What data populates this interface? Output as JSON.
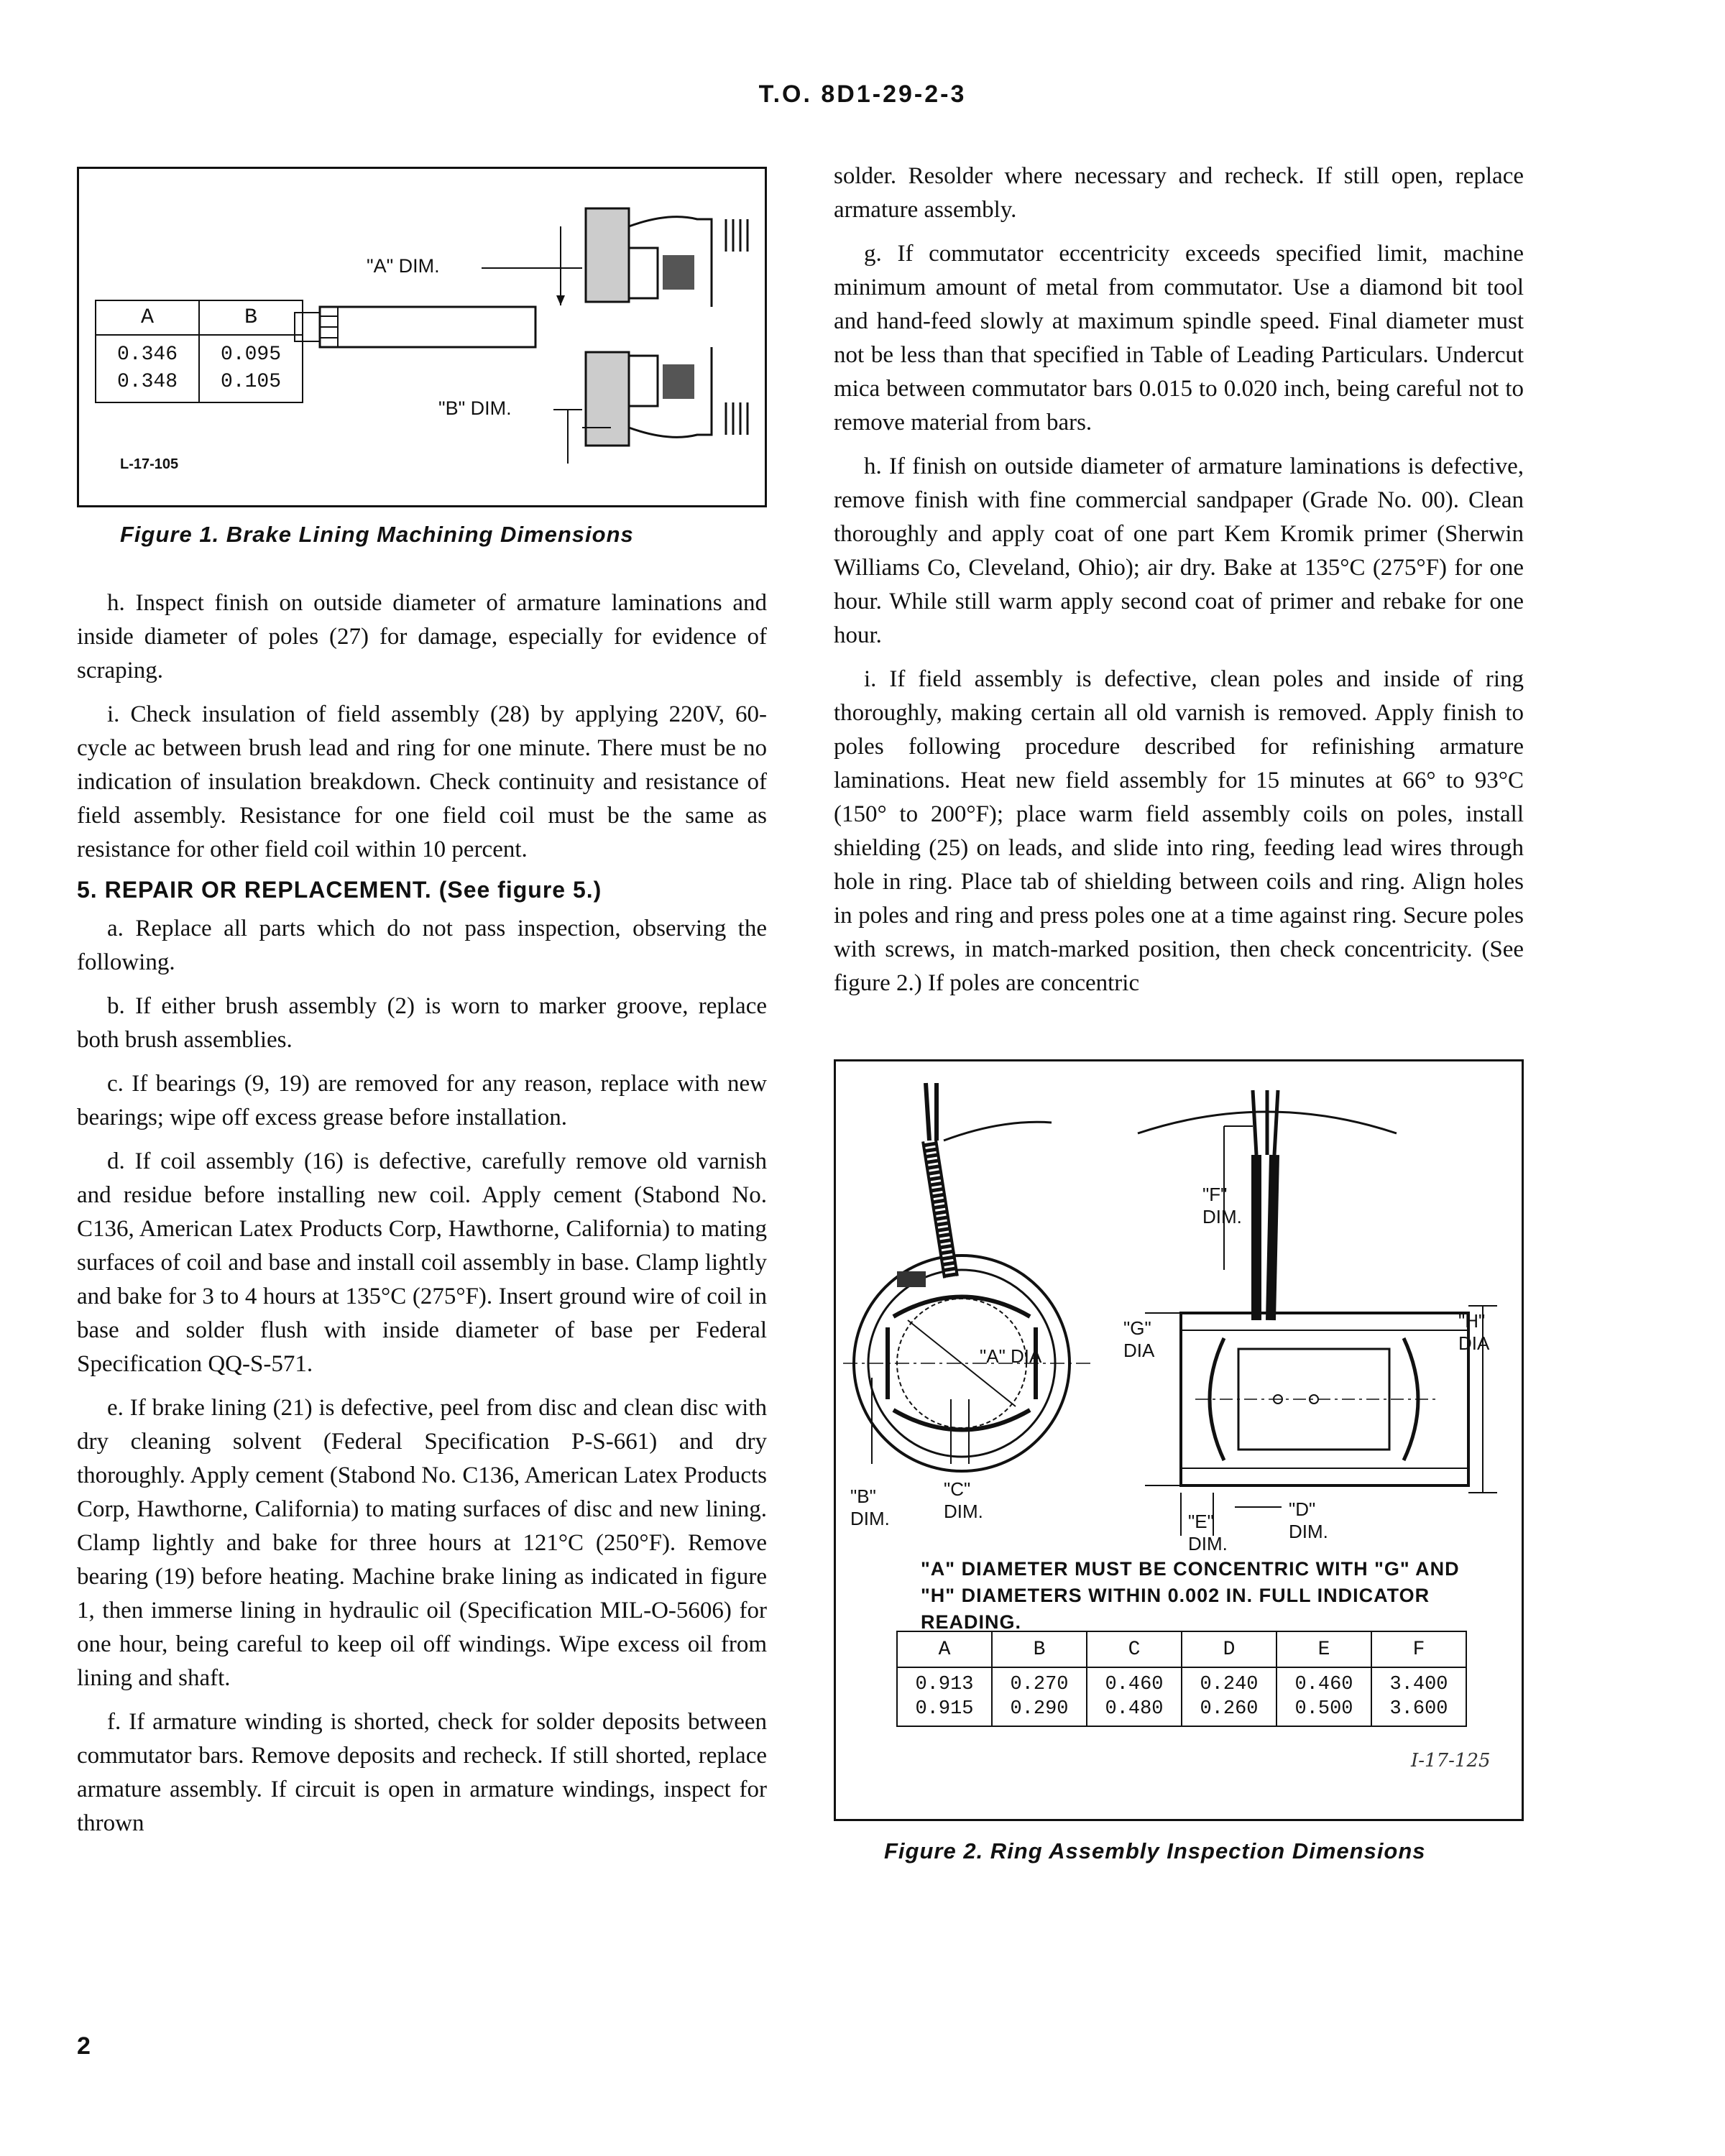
{
  "header": {
    "doc_number": "T.O. 8D1-29-2-3"
  },
  "figure1": {
    "caption": "Figure 1. Brake Lining Machining Dimensions",
    "dim_a_label": "\"A\" DIM.",
    "dim_b_label": "\"B\" DIM.",
    "ref": "L-17-105",
    "table": {
      "headers": [
        "A",
        "B"
      ],
      "rows": [
        [
          "0.346\n0.348",
          "0.095\n0.105"
        ]
      ]
    }
  },
  "left_column": {
    "para_h": "h. Inspect finish on outside diameter of armature laminations and inside diameter of poles (27) for damage, especially for evidence of scraping.",
    "para_i": "i. Check insulation of field assembly (28) by applying 220V, 60-cycle ac between brush lead and ring for one minute. There must be no indication of insulation breakdown. Check continuity and resistance of field assembly. Resistance for one field coil must be the same as resistance for other field coil within 10 percent.",
    "section_heading": "5. REPAIR OR REPLACEMENT. (See figure 5.)",
    "para_a": "a. Replace all parts which do not pass inspection, observing the following.",
    "para_b": "b. If either brush assembly (2) is worn to marker groove, replace both brush assemblies.",
    "para_c": "c. If bearings (9, 19) are removed for any reason, replace with new bearings; wipe off excess grease before installation.",
    "para_d": "d. If coil assembly (16) is defective, carefully remove old varnish and residue before installing new coil. Apply cement (Stabond No. C136, American Latex Products Corp, Hawthorne, California) to mating surfaces of coil and base and install coil assembly in base. Clamp lightly and bake for 3 to 4 hours at 135°C (275°F). Insert ground wire of coil in base and solder flush with inside diameter of base per Federal Specification QQ-S-571.",
    "para_e": "e. If brake lining (21) is defective, peel from disc and clean disc with dry cleaning solvent (Federal Specification P-S-661) and dry thoroughly. Apply cement (Stabond No. C136, American Latex Products Corp, Hawthorne, California) to mating surfaces of disc and new lining. Clamp lightly and bake for three hours at 121°C (250°F). Remove bearing (19) before heating. Machine brake lining as indicated in figure 1, then immerse lining in hydraulic oil (Specification MIL-O-5606) for one hour, being careful to keep oil off windings. Wipe excess oil from lining and shaft.",
    "para_f": "f. If armature winding is shorted, check for solder deposits between commutator bars. Remove deposits and recheck. If still shorted, replace armature assembly. If circuit is open in armature windings, inspect for thrown"
  },
  "right_column": {
    "para_f_cont": "solder. Resolder where necessary and recheck. If still open, replace armature assembly.",
    "para_g": "g. If commutator eccentricity exceeds specified limit, machine minimum amount of metal from commutator. Use a diamond bit tool and hand-feed slowly at maximum spindle speed. Final diameter must not be less than that specified in Table of Leading Particulars. Undercut mica between commutator bars 0.015 to 0.020 inch, being careful not to remove material from bars.",
    "para_h": "h. If finish on outside diameter of armature laminations is defective, remove finish with fine commercial sandpaper (Grade No. 00). Clean thoroughly and apply coat of one part Kem Kromik primer (Sherwin Williams Co, Cleveland, Ohio); air dry. Bake at 135°C (275°F) for one hour. While still warm apply second coat of primer and rebake for one hour.",
    "para_i": "i. If field assembly is defective, clean poles and inside of ring thoroughly, making certain all old varnish is removed. Apply finish to poles following procedure described for refinishing armature laminations. Heat new field assembly for 15 minutes at 66° to 93°C (150° to 200°F); place warm field assembly coils on poles, install shielding (25) on leads, and slide into ring, feeding lead wires through hole in ring. Place tab of shielding between coils and ring. Align holes in poles and ring and press poles one at a time against ring. Secure poles with screws, in match-marked position, then check concentricity. (See figure 2.) If poles are concentric"
  },
  "figure2": {
    "caption": "Figure 2. Ring Assembly Inspection Dimensions",
    "note": "\"A\" DIAMETER MUST BE CONCENTRIC WITH \"G\" AND \"H\" DIAMETERS WITHIN 0.002 IN. FULL INDICATOR READING.",
    "labels": {
      "a": "\"A\" DIA",
      "b": "\"B\" DIM.",
      "c": "\"C\" DIM.",
      "d": "\"D\" DIM.",
      "e": "\"E\" DIM.",
      "f": "\"F\" DIM.",
      "g": "\"G\" DIA",
      "h": "\"H\" DIA"
    },
    "ref": "I-17-125",
    "table": {
      "headers": [
        "A",
        "B",
        "C",
        "D",
        "E",
        "F"
      ],
      "rows": [
        [
          "0.913\n0.915",
          "0.270\n0.290",
          "0.460\n0.480",
          "0.240\n0.260",
          "0.460\n0.500",
          "3.400\n3.600"
        ]
      ]
    }
  },
  "footer": {
    "page_number": "2"
  }
}
